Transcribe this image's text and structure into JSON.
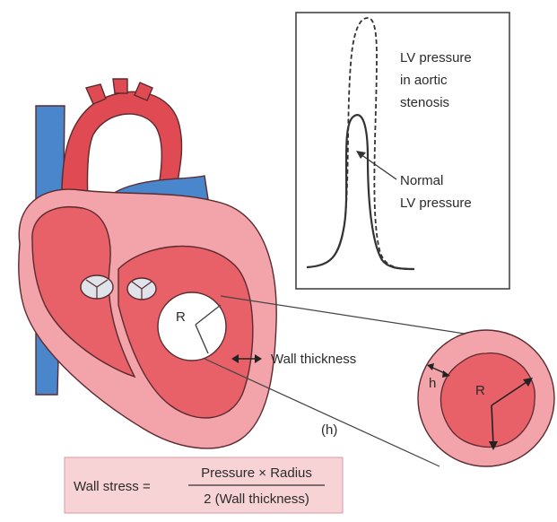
{
  "inset": {
    "aortic_stenosis_label": [
      "LV pressure",
      "in aortic",
      "stenosis"
    ],
    "normal_label": [
      "Normal",
      "LV pressure"
    ]
  },
  "labels": {
    "radius_large": "R",
    "wall_thickness": "Wall thickness",
    "h_paren": "(h)",
    "h_small": "h",
    "radius_zoom": "R"
  },
  "formula": {
    "lhs": "Wall stress =",
    "numerator": "Pressure × Radius",
    "denominator": "2 (Wall thickness)"
  },
  "colors": {
    "heart_red": "#e04a52",
    "heart_pink": "#f3a3aa",
    "chamber_red": "#e86068",
    "vessel_blue": "#4a86cc",
    "formula_box": "#f8d3d6"
  }
}
